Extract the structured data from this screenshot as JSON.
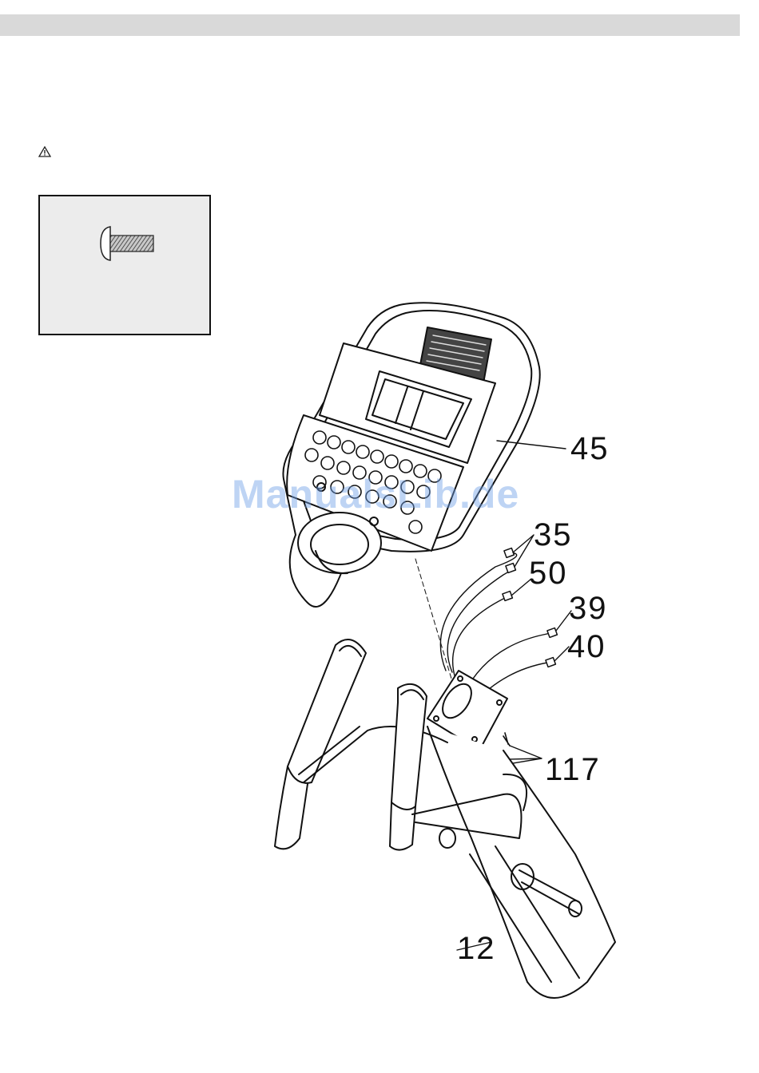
{
  "watermark": "ManualsLib.de",
  "icons": {
    "warning": "warning-triangle-icon",
    "bolt": "button-head-bolt-icon"
  },
  "parts": {
    "p45": "45",
    "p35": "35",
    "p50": "50",
    "p39": "39",
    "p40": "40",
    "p117": "117",
    "p12": "12"
  }
}
